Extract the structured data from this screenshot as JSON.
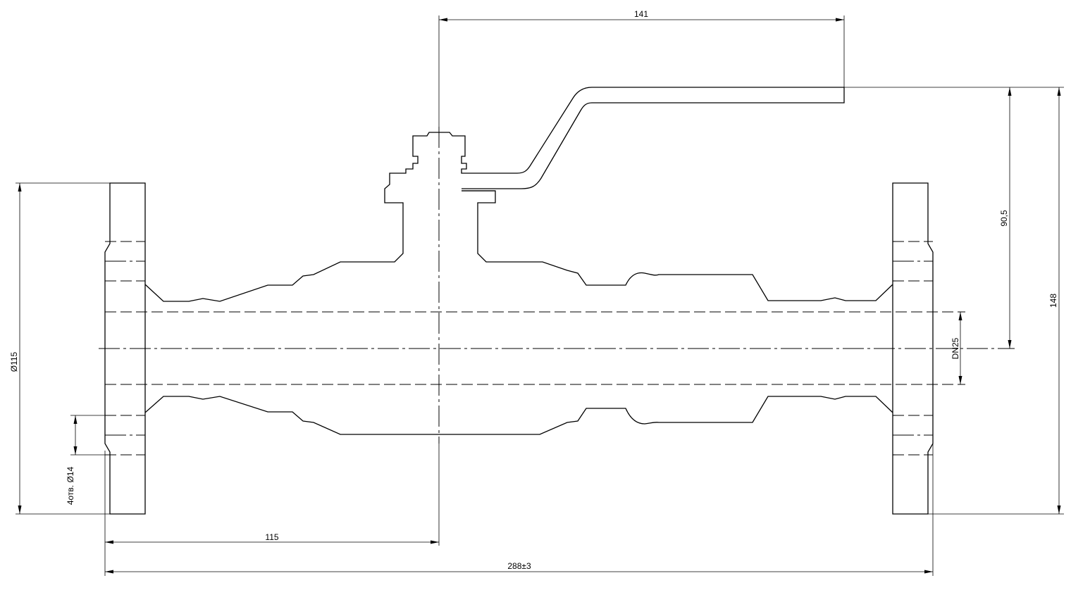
{
  "dimensions": {
    "handle_length": "141",
    "flange_diameter": "Ø115",
    "holes": "4отв. Ø14",
    "face_to_center": "115",
    "overall_length": "288±3",
    "nominal_diameter": "DN25",
    "height_to_handle": "90,5",
    "overall_height": "148"
  },
  "colors": {
    "line": "#000000",
    "background": "#ffffff"
  }
}
